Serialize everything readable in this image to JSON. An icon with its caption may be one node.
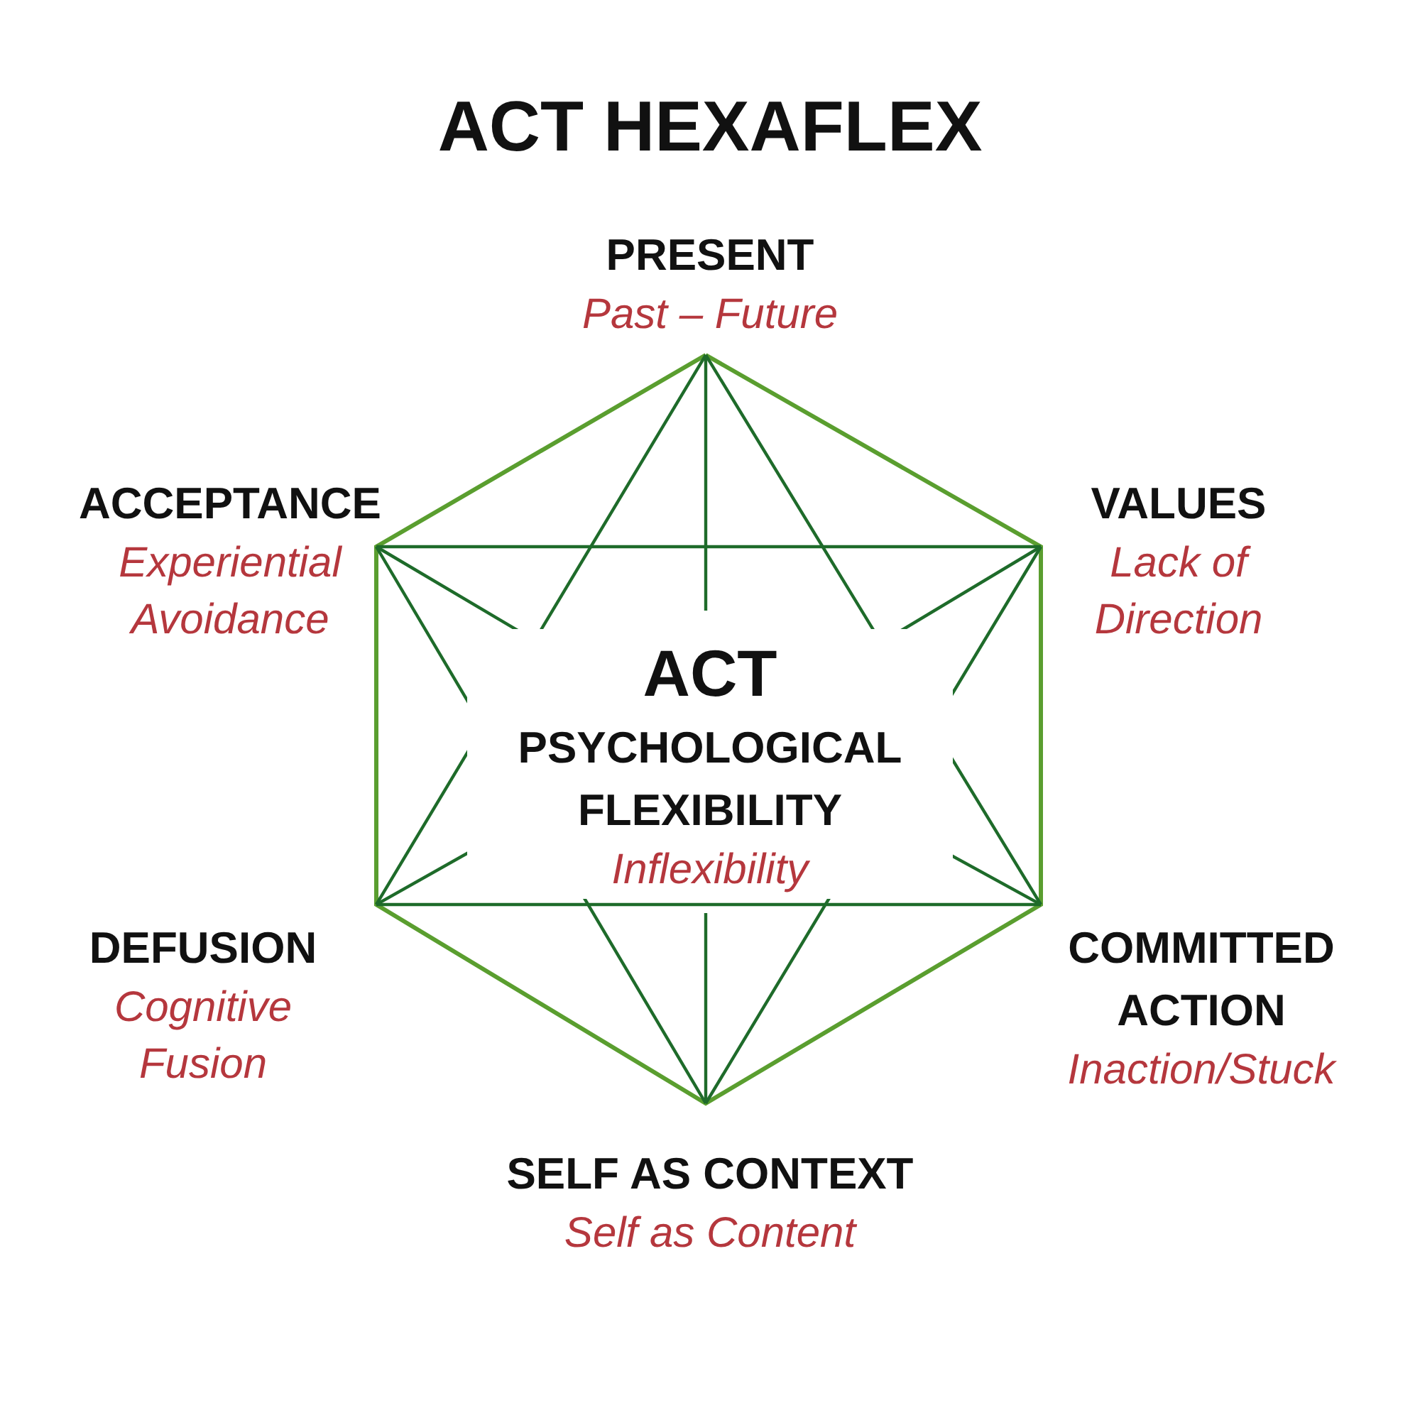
{
  "diagram": {
    "title": "ACT HEXAFLEX",
    "nodes": [
      {
        "text": [
          "PRESENT",
          "Past – Future"
        ]
      },
      {
        "text": [
          "ACCEPTANCE",
          "Experiential Avoidance"
        ]
      },
      {
        "text": [
          "VALUES",
          "Lack of Direction"
        ]
      },
      {
        "text": [
          "ACT",
          "PSYCHOLOGICAL FLEXIBILITY",
          "Inflexibility"
        ]
      },
      {
        "text": [
          "DEFUSION",
          "Cognitive Fusion"
        ]
      },
      {
        "text": [
          "COMMITTED ACTION",
          "Inaction/Stuck"
        ]
      },
      {
        "text": [
          "SELF AS CONTEXT",
          "Self as Content"
        ]
      }
    ]
  }
}
